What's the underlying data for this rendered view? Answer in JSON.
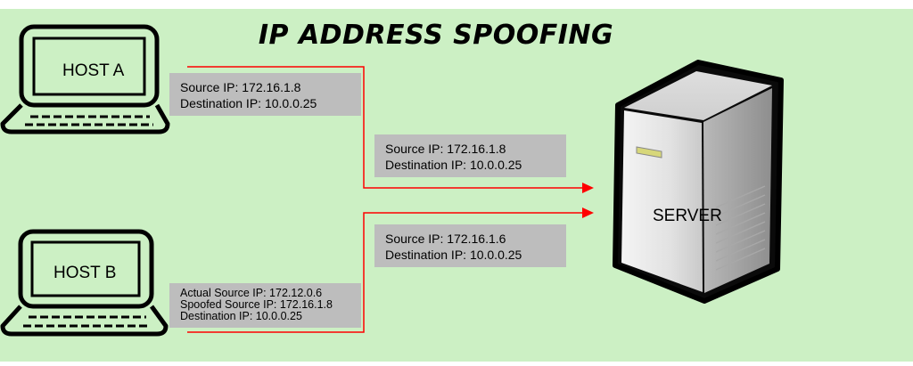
{
  "title": "IP ADDRESS SPOOFING",
  "colors": {
    "background": "#ccf0c4",
    "arrow": "#ff0000",
    "label_box": "#bdbdbd"
  },
  "host_a": {
    "label": "HOST A",
    "packet": {
      "line1": "Source IP: 172.16.1.8",
      "line2": "Destination IP: 10.0.0.25"
    }
  },
  "host_b": {
    "label": "HOST B",
    "packet": {
      "line1": "Actual Source IP: 172.12.0.6",
      "line2": "Spoofed Source IP: 172.16.1.8",
      "line3": "Destination IP: 10.0.0.25"
    }
  },
  "server": {
    "label": "SERVER",
    "packet_from_a": {
      "line1": "Source IP: 172.16.1.8",
      "line2": "Destination IP: 10.0.0.25"
    },
    "packet_from_b": {
      "line1": "Source IP: 172.16.1.6",
      "line2": "Destination IP: 10.0.0.25"
    }
  }
}
